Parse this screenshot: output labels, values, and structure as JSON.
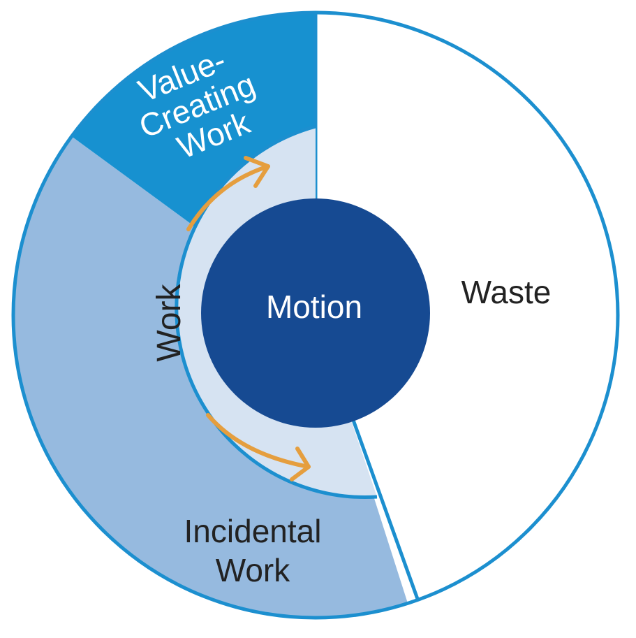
{
  "diagram": {
    "segments": {
      "value_creating_work": {
        "lines": [
          "Value-",
          "Creating",
          "Work"
        ],
        "color": "#1791D0"
      },
      "incidental_work": {
        "lines": [
          "Incidental",
          "Work"
        ],
        "color": "#96BADF"
      },
      "waste": {
        "label": "Waste",
        "color": "#FFFFFF"
      }
    },
    "inner_ring": {
      "label": "Work",
      "color": "#D6E3F2"
    },
    "core": {
      "label": "Motion",
      "color": "#164A92"
    },
    "outline_color": "#1C8FCF",
    "arrow_color": "#E59E3E"
  }
}
